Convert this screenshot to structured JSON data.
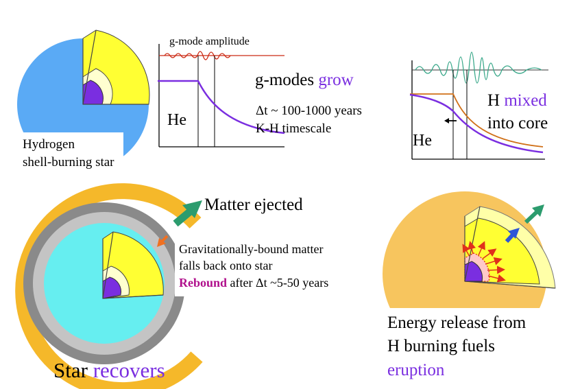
{
  "colors": {
    "purple": "#7a2ee0",
    "magenta": "#b0108c",
    "yellow": "#ffff33",
    "blue": "#5aaaf5",
    "cyan": "#66eef0",
    "orange": "#f5b82a",
    "red": "#cc2a14",
    "teal": "#3aa88a",
    "green": "#2c9c6e"
  },
  "panel1": {
    "caption_line1": "Hydrogen",
    "caption_line2": "shell-burning star"
  },
  "panel2": {
    "graph_title": "g-mode amplitude",
    "he_label": "He",
    "heading_plain": "g-modes ",
    "heading_colored": "grow",
    "timescale_line1": "Δt ~ 100-1000 years",
    "timescale_line2": "K-H timescale"
  },
  "panel3": {
    "he_label": "He",
    "label_line1_plain": "H ",
    "label_line1_colored": "mixed",
    "label_line2": "into core"
  },
  "panel4": {
    "matter_ejected": "Matter ejected",
    "fallback_line1": "Gravitationally-bound matter",
    "fallback_line2": "falls back onto star",
    "rebound_colored": "Rebound",
    "rebound_plain": " after  Δt ~5-50 years",
    "caption_plain": "Star ",
    "caption_colored": "recovers"
  },
  "panel5": {
    "caption_line1": "Energy release from",
    "caption_line2": "H burning fuels",
    "caption_line3": "eruption"
  }
}
